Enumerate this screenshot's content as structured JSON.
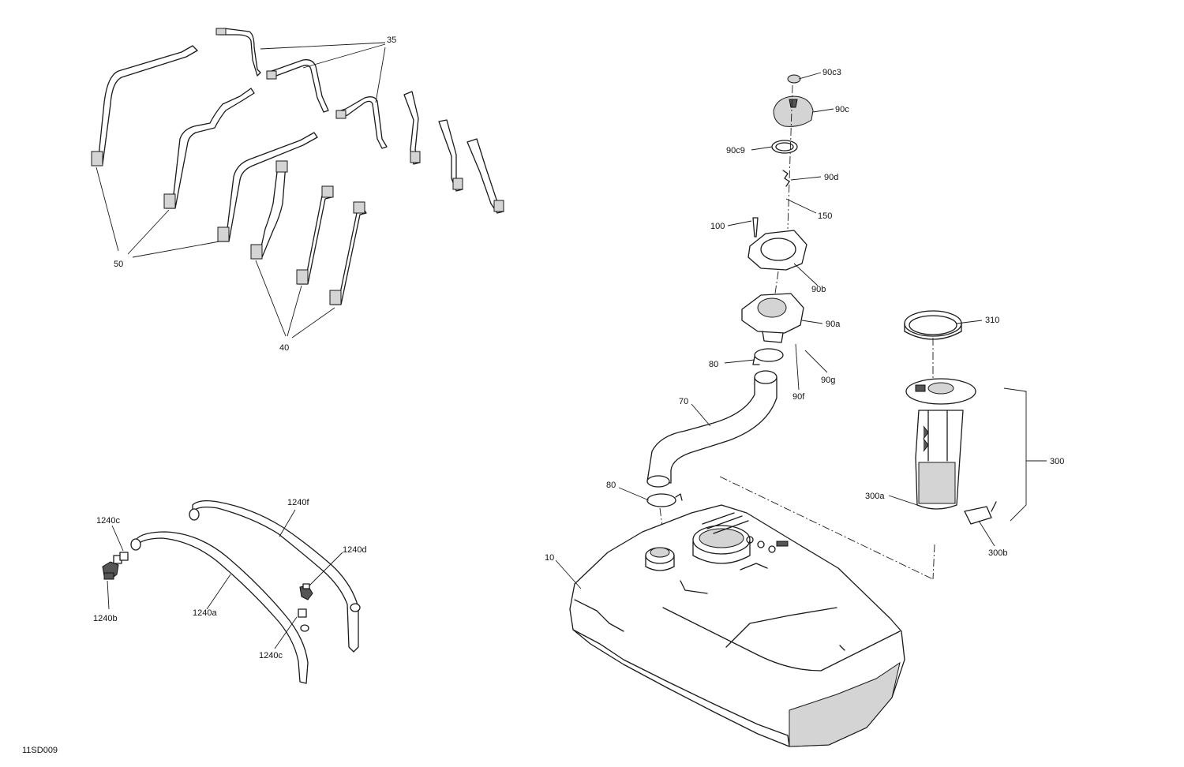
{
  "figure_id": "11SD009",
  "callouts": [
    {
      "key": "c35",
      "text": "35"
    },
    {
      "key": "c50",
      "text": "50"
    },
    {
      "key": "c40",
      "text": "40"
    },
    {
      "key": "c90c3",
      "text": "90c3"
    },
    {
      "key": "c90c",
      "text": "90c"
    },
    {
      "key": "c90c9",
      "text": "90c9"
    },
    {
      "key": "c90d",
      "text": "90d"
    },
    {
      "key": "c150",
      "text": "150"
    },
    {
      "key": "c100",
      "text": "100"
    },
    {
      "key": "c90b",
      "text": "90b"
    },
    {
      "key": "c90a",
      "text": "90a"
    },
    {
      "key": "c310",
      "text": "310"
    },
    {
      "key": "c80a",
      "text": "80"
    },
    {
      "key": "c90g",
      "text": "90g"
    },
    {
      "key": "c90f",
      "text": "90f"
    },
    {
      "key": "c70",
      "text": "70"
    },
    {
      "key": "c300",
      "text": "300"
    },
    {
      "key": "c80b",
      "text": "80"
    },
    {
      "key": "c300a",
      "text": "300a"
    },
    {
      "key": "c300b",
      "text": "300b"
    },
    {
      "key": "c10",
      "text": "10"
    },
    {
      "key": "c1240c_top",
      "text": "1240c"
    },
    {
      "key": "c1240f",
      "text": "1240f"
    },
    {
      "key": "c1240d",
      "text": "1240d"
    },
    {
      "key": "c1240b",
      "text": "1240b"
    },
    {
      "key": "c1240a",
      "text": "1240a"
    },
    {
      "key": "c1240c_bot",
      "text": "1240c"
    }
  ]
}
